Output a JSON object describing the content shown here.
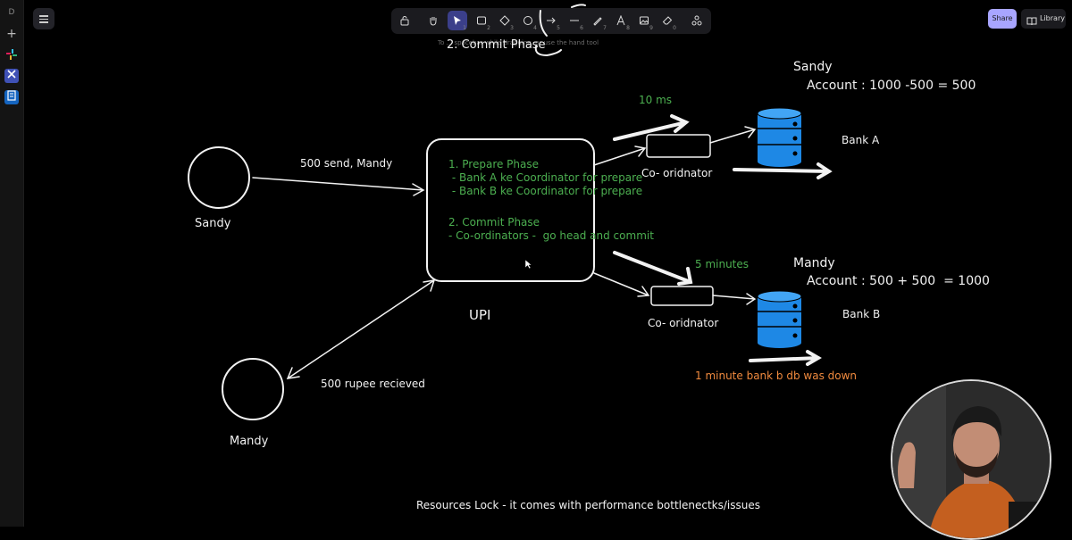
{
  "os_sidebar": {
    "top_letter": "D",
    "add_glyph": "+"
  },
  "toolbar": {
    "tools": [
      {
        "name": "lock-icon",
        "key": ""
      },
      {
        "name": "hand-icon",
        "key": ""
      },
      {
        "name": "selection-icon",
        "key": "1"
      },
      {
        "name": "rectangle-icon",
        "key": "2"
      },
      {
        "name": "diamond-icon",
        "key": "3"
      },
      {
        "name": "ellipse-icon",
        "key": "4"
      },
      {
        "name": "arrow-icon",
        "key": "5"
      },
      {
        "name": "line-icon",
        "key": "6"
      },
      {
        "name": "draw-icon",
        "key": "7"
      },
      {
        "name": "text-icon",
        "key": "8"
      },
      {
        "name": "image-icon",
        "key": "9"
      },
      {
        "name": "eraser-icon",
        "key": "0"
      },
      {
        "name": "more-tools-icon",
        "key": ""
      }
    ],
    "hint": "To ... spacebar while dragging, or use the hand tool"
  },
  "header": {
    "share_label": "Share",
    "library_label": "Library"
  },
  "diagram": {
    "top_clip_text": "2. Commit Phase",
    "sandy_top_name": "Sandy",
    "sandy_account": "Account : 1000 -500 = 500",
    "latency_a": "10 ms",
    "bank_a": "Bank A",
    "coordinator_a": "Co- oridnator",
    "sandy_label": "Sandy",
    "send_label": "500 send, Mandy",
    "upi_lines": [
      "1. Prepare Phase",
      " - Bank A ke Coordinator for prepare",
      " - Bank B ke Coordinator for prepare",
      "",
      "2. Commit Phase",
      "- Co-ordinators -  go head and commit"
    ],
    "upi_label": "UPI",
    "mandy_top_name": "Mandy",
    "mandy_account": "Account : 500 + 500  = 1000",
    "latency_b": "5 minutes",
    "bank_b": "Bank B",
    "coordinator_b": "Co- oridnator",
    "bank_b_down": "1 minute bank b db was down",
    "received_label": "500 rupee recieved",
    "mandy_label": "Mandy",
    "footer": "Resources Lock - it comes with performance bottlenectks/issues"
  },
  "colors": {
    "accent": "#a8a5ff",
    "green_text": "#4caf50",
    "orange_text": "#f08a3e",
    "db_blue": "#1e88e5"
  }
}
